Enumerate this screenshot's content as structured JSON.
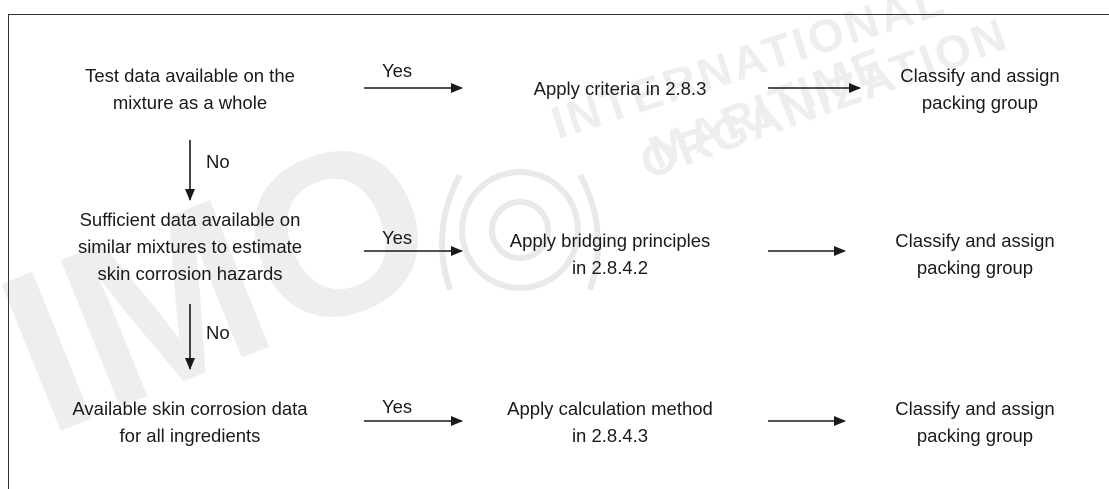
{
  "watermark": {
    "letters": "IMO",
    "words": [
      "INTERNATIONAL",
      "MARITIME",
      "ORGANIZATION"
    ]
  },
  "rows": [
    {
      "condition": [
        "Test data available on the",
        "mixture as a whole"
      ],
      "yes_label": "Yes",
      "action": [
        "Apply criteria in 2.8.3"
      ],
      "result": [
        "Classify and assign",
        "packing group"
      ]
    },
    {
      "condition": [
        "Sufficient data available on",
        "similar mixtures to estimate",
        "skin corrosion hazards"
      ],
      "yes_label": "Yes",
      "action": [
        "Apply bridging principles",
        "in 2.8.4.2"
      ],
      "result": [
        "Classify and assign",
        "packing group"
      ]
    },
    {
      "condition": [
        "Available skin corrosion data",
        "for all ingredients"
      ],
      "yes_label": "Yes",
      "action": [
        "Apply calculation method",
        "in 2.8.4.3"
      ],
      "result": [
        "Classify and assign",
        "packing group"
      ]
    }
  ],
  "no_labels": [
    "No",
    "No"
  ],
  "colors": {
    "line": "#1a1a1a",
    "frame": "#333333",
    "watermark": "#eeeeee"
  }
}
